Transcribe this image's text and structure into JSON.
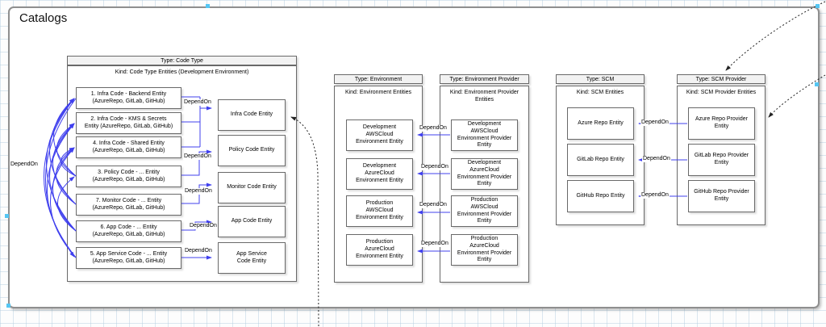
{
  "title": "Catalogs",
  "labels": {
    "depend_on": "DependOn"
  },
  "colors": {
    "accent_blue": "#4040ee",
    "connector_black": "#222222",
    "handle_cyan": "#55c6f3",
    "header_fill": "#f2f2f2",
    "border_gray": "#696969",
    "canvas_border": "#8f8f8f"
  },
  "code_type": {
    "type_label": "Type: Code Type",
    "kind_label": "Kind: Code Type Entities (Development Environment)",
    "sources": [
      "1. Infra Code - Backend Entity\n(AzureRepo, GitLab, GitHub)",
      "2. Infra Code - KMS & Secrets\nEntity (AzureRepo, GitLab, GitHub)",
      "4. Infra Code - Shared Entity\n(AzureRepo, GitLab, GitHub)",
      "3. Policy Code - ... Entity\n(AzureRepo, GitLab, GitHub)",
      "7. Monitor Code - ... Entity\n(AzureRepo, GitLab, GitHub)",
      "6. App Code - ... Entity\n(AzureRepo, GitLab, GitHub)",
      "5. App Service Code - ... Entity\n(AzureRepo, GitLab, GitHub)"
    ],
    "targets": [
      "Infra Code Entity",
      "Policy Code Entity",
      "Monitor Code Entity",
      "App Code Entity",
      "App Service\nCode Entity"
    ]
  },
  "environment": {
    "type_label": "Type: Environment",
    "kind_label": "Kind: Environment Entities",
    "entities": [
      "Development\nAWSCloud\nEnvironment Entity",
      "Development\nAzureCloud\nEnvironment Entity",
      "Production\nAWSCloud\nEnvironment Entity",
      "Production\nAzureCloud\nEnvironment Entity"
    ]
  },
  "environment_provider": {
    "type_label": "Type: Environment Provider",
    "kind_label": "Kind: Environment Provider\nEntities",
    "entities": [
      "Development\nAWSCloud\nEnvironment Provider\nEntity",
      "Development\nAzureCloud\nEnvironment Provider\nEntity",
      "Production\nAWSCloud\nEnvironment Provider\nEntity",
      "Production\nAzureCloud\nEnvironment Provider\nEntity"
    ]
  },
  "scm": {
    "type_label": "Type: SCM",
    "kind_label": "Kind: SCM Entities",
    "entities": [
      "Azure Repo Entity",
      "GitLab Repo Entity",
      "GitHub Repo Entity"
    ]
  },
  "scm_provider": {
    "type_label": "Type: SCM Provider",
    "kind_label": "Kind: SCM Provider Entities",
    "entities": [
      "Azure Repo Provider\nEntity",
      "GitLab Repo Provider\nEntity",
      "GitHub Repo Provider\nEntity"
    ]
  }
}
